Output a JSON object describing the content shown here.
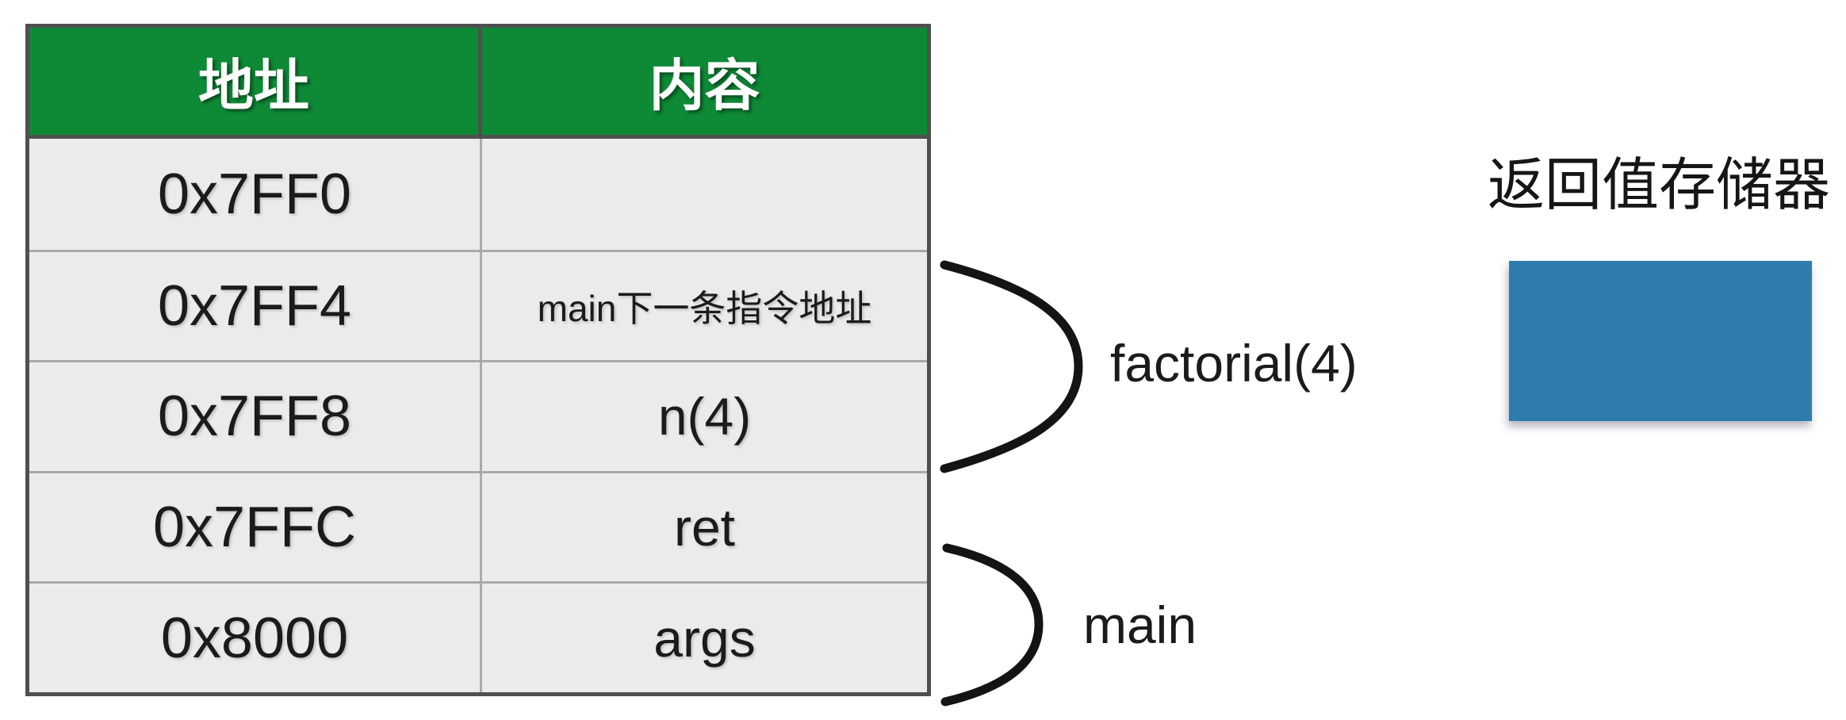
{
  "stack_table": {
    "column_headers": [
      "地址",
      "内容"
    ],
    "rows": [
      {
        "address": "0x7FF0",
        "content": ""
      },
      {
        "address": "0x7FF4",
        "content": "main下一条指令地址"
      },
      {
        "address": "0x7FF8",
        "content": "n(4)"
      },
      {
        "address": "0x7FFC",
        "content": "ret"
      },
      {
        "address": "0x8000",
        "content": "args"
      }
    ]
  },
  "braces": {
    "factorial_frame_label": "factorial(4)",
    "main_frame_label": "main"
  },
  "return_value_register": {
    "title": "返回值存储器"
  },
  "colors": {
    "header_green": "#0e8a36",
    "cell_gray": "#ebebeb",
    "register_blue": "#2e7cad",
    "border_dark": "#4f4f4f",
    "border_light": "#a9a9a9",
    "text_black": "#1b1b1b"
  }
}
